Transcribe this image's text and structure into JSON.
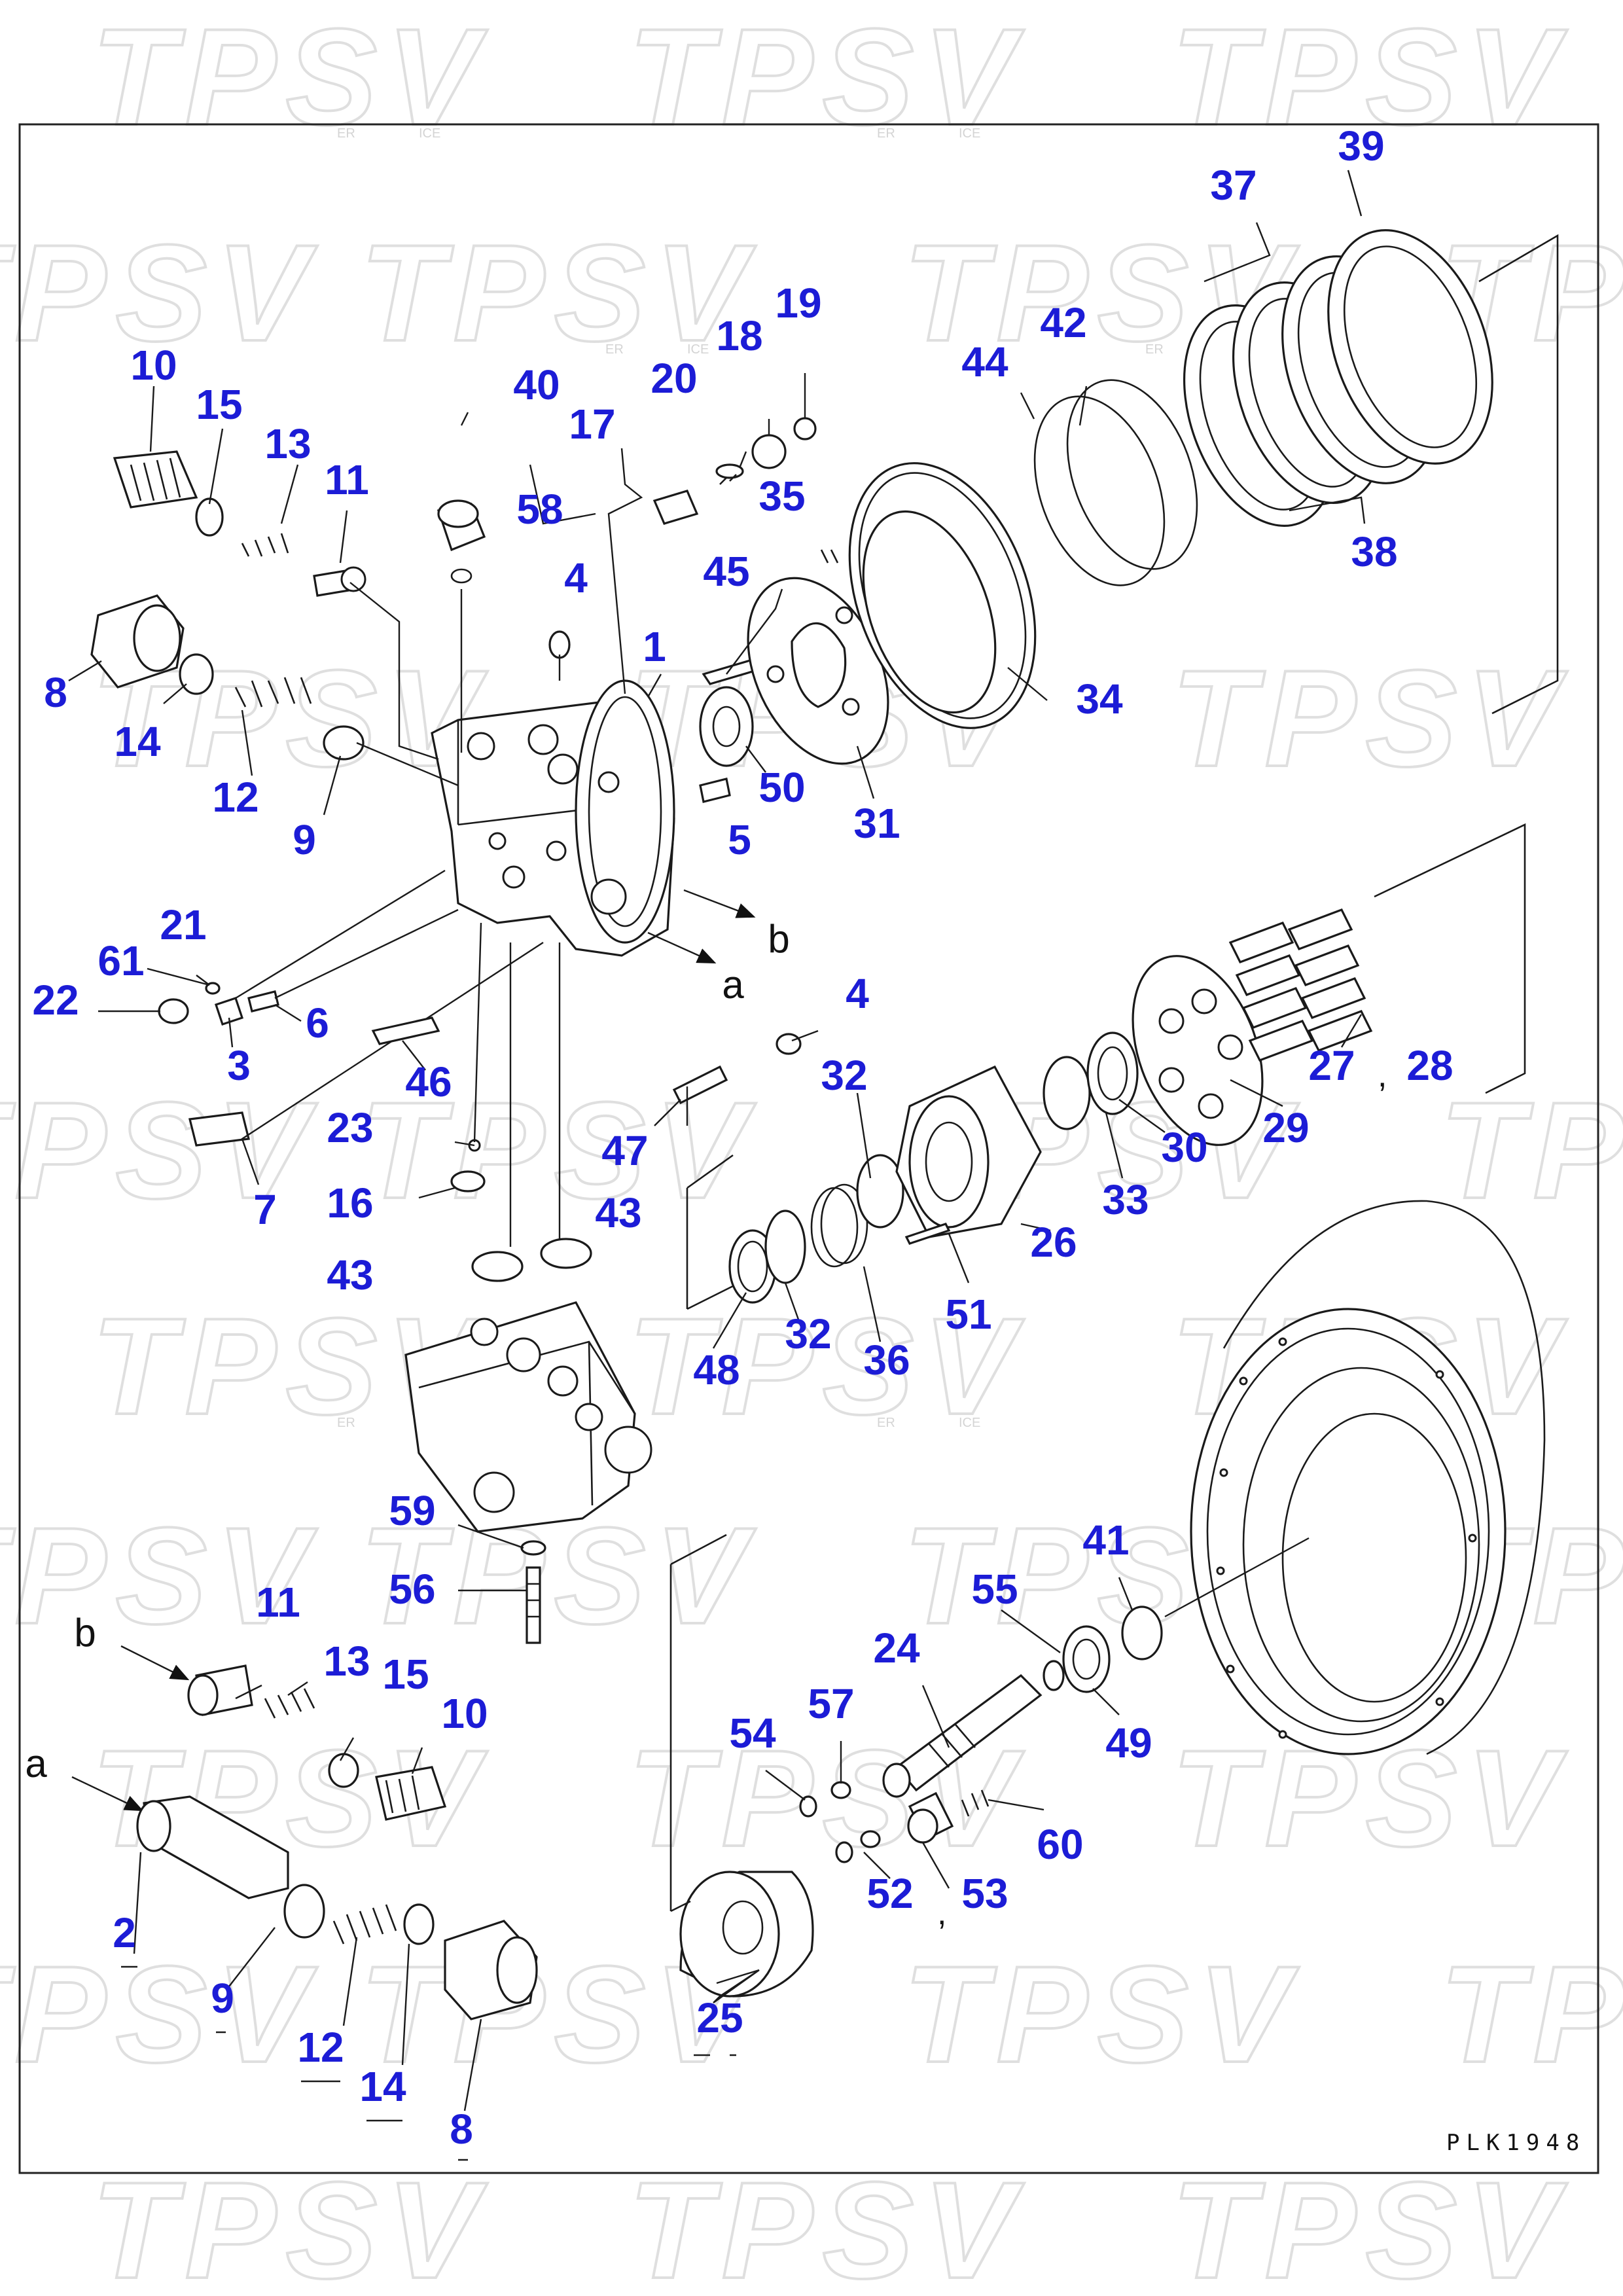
{
  "watermark": {
    "text": "TPSV",
    "sub_left": "ER",
    "sub_right": "ICE"
  },
  "drawing_code": "PLK1948",
  "flow_arrows": {
    "a": "a",
    "b": "b"
  },
  "callouts": {
    "c1": "1",
    "c2": "2",
    "c3": "3",
    "c4a": "4",
    "c4b": "4",
    "c5": "5",
    "c6": "6",
    "c7": "7",
    "c8a": "8",
    "c8b": "8",
    "c9a": "9",
    "c9b": "9",
    "c10a": "10",
    "c10b": "10",
    "c11a": "11",
    "c11b": "11",
    "c12a": "12",
    "c12b": "12",
    "c13a": "13",
    "c13b": "13",
    "c14a": "14",
    "c14b": "14",
    "c15a": "15",
    "c15b": "15",
    "c16": "16",
    "c17": "17",
    "c18": "18",
    "c19": "19",
    "c20": "20",
    "c21": "21",
    "c22": "22",
    "c23": "23",
    "c24": "24",
    "c25": "25",
    "c26": "26",
    "c27": "27",
    "c28": "28",
    "c29": "29",
    "c30": "30",
    "c31": "31",
    "c32a": "32",
    "c32b": "32",
    "c33": "33",
    "c34": "34",
    "c35": "35",
    "c36": "36",
    "c37": "37",
    "c38": "38",
    "c39": "39",
    "c40": "40",
    "c41": "41",
    "c42": "42",
    "c43a": "43",
    "c43b": "43",
    "c44": "44",
    "c45": "45",
    "c46": "46",
    "c47": "47",
    "c48": "48",
    "c49": "49",
    "c50": "50",
    "c51": "51",
    "c52": "52",
    "c53": "53",
    "c54": "54",
    "c55": "55",
    "c56": "56",
    "c57": "57",
    "c58": "58",
    "c59": "59",
    "c60": "60",
    "c61": "61"
  },
  "separators": {
    "s28": ",",
    "s53": ","
  }
}
